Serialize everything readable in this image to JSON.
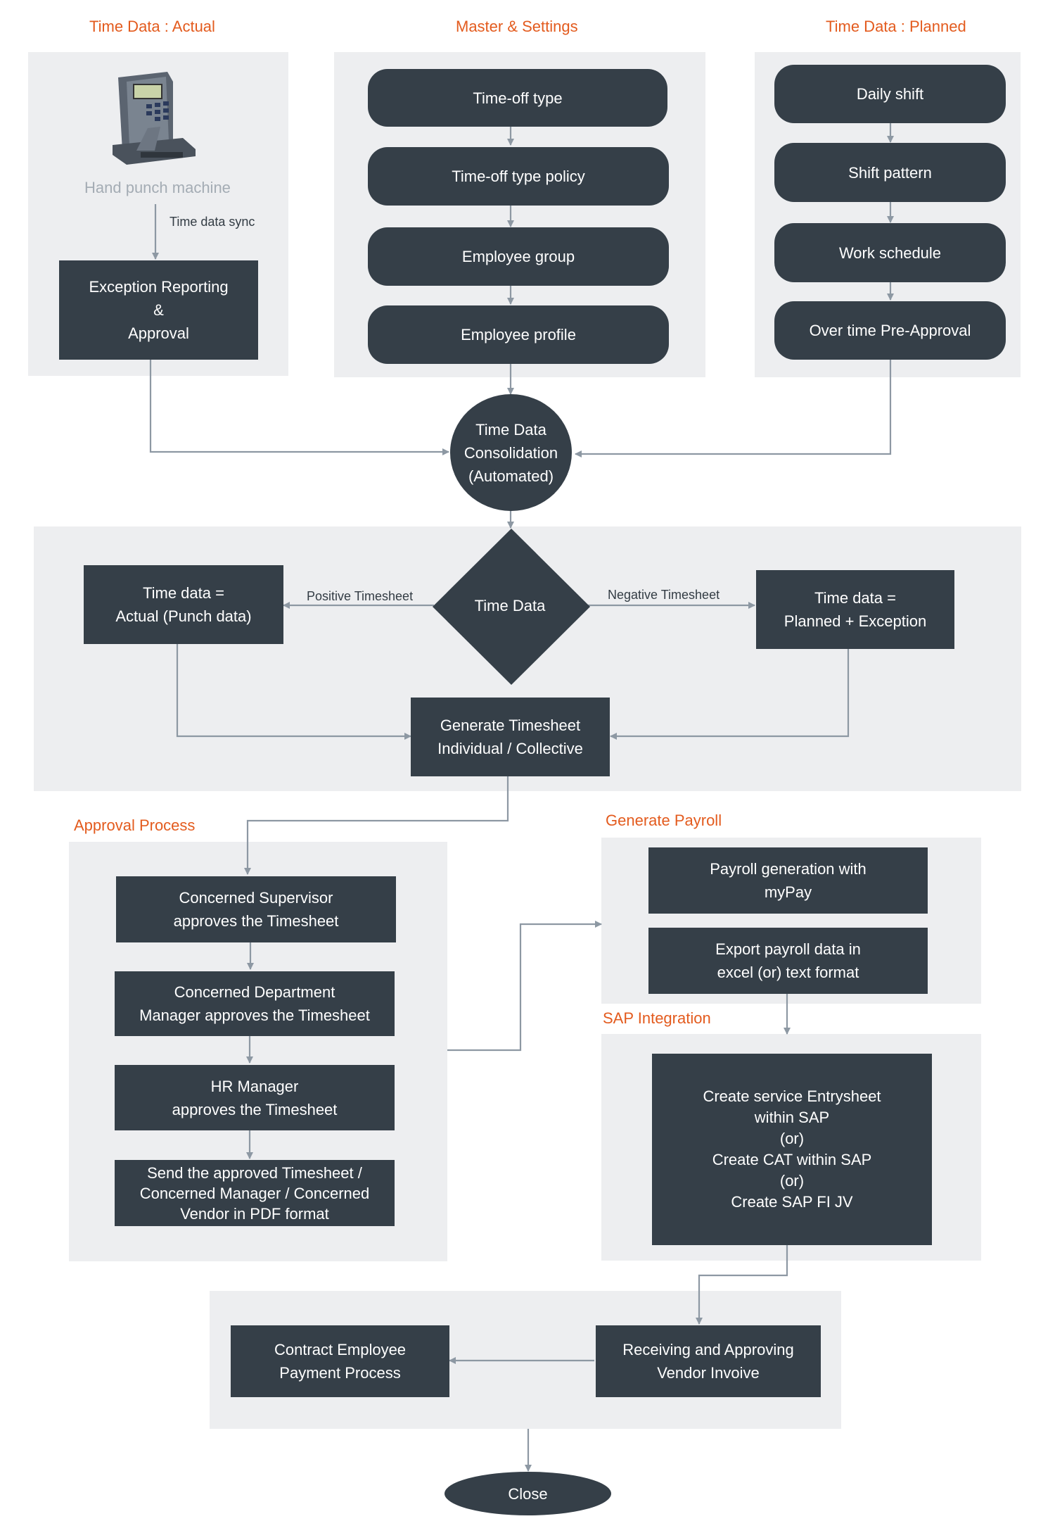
{
  "sections": {
    "time_actual": "Time Data : Actual",
    "master_settings": "Master & Settings",
    "time_planned": "Time Data : Planned",
    "approval_process": "Approval Process",
    "generate_payroll": "Generate Payroll",
    "sap_integration": "SAP Integration"
  },
  "actual": {
    "machine_label": "Hand punch machine",
    "sync_label": "Time data sync",
    "exception_box": "Exception Reporting\n&\nApproval"
  },
  "master": {
    "items": [
      "Time-off type",
      "Time-off type policy",
      "Employee group",
      "Employee profile"
    ]
  },
  "planned": {
    "items": [
      "Daily shift",
      "Shift pattern",
      "Work schedule",
      "Over time Pre-Approval"
    ]
  },
  "consolidation": "Time Data\nConsolidation\n(Automated)",
  "decision": {
    "diamond": "Time Data",
    "positive_label": "Positive Timesheet",
    "negative_label": "Negative Timesheet",
    "actual_box": "Time data =\nActual (Punch data)",
    "planned_box": "Time data =\nPlanned + Exception",
    "generate_box": "Generate Timesheet\nIndividual / Collective"
  },
  "approval": {
    "items": [
      "Concerned Supervisor\napproves the Timesheet",
      "Concerned Department\nManager approves the Timesheet",
      "HR Manager\napproves the Timesheet",
      "Send the approved Timesheet /\nConcerned Manager / Concerned\nVendor in PDF format"
    ]
  },
  "payroll": {
    "items": [
      "Payroll generation with\nmyPay",
      "Export payroll data in\nexcel (or) text format"
    ]
  },
  "sap": {
    "box": "Create service Entrysheet\nwithin SAP\n(or)\nCreate CAT within SAP\n(or)\nCreate SAP FI JV"
  },
  "final": {
    "contract": "Contract Employee\nPayment Process",
    "vendor": "Receiving and Approving\nVendor Invoive",
    "close": "Close"
  },
  "colors": {
    "box": "#353f48",
    "panel": "#edeef0",
    "accent": "#e35b1e",
    "arrow": "#8d98a3"
  }
}
